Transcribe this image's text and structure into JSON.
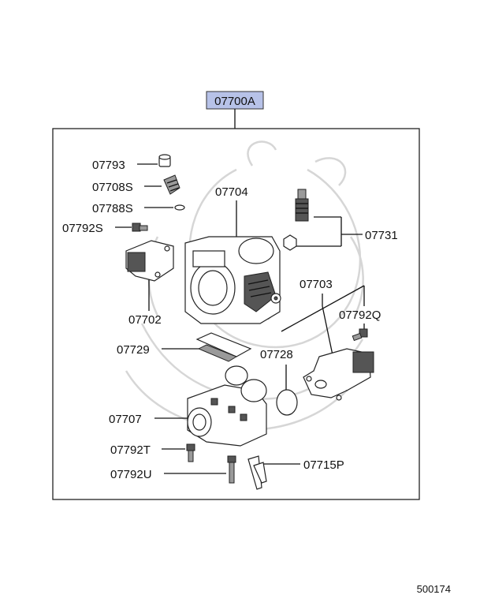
{
  "assembly": {
    "code": "07700A",
    "highlight": "#b7c2e8"
  },
  "parts": [
    {
      "id": "07793",
      "label": "07793"
    },
    {
      "id": "07708S",
      "label": "07708S"
    },
    {
      "id": "07788S",
      "label": "07788S"
    },
    {
      "id": "07792S",
      "label": "07792S"
    },
    {
      "id": "07704",
      "label": "07704"
    },
    {
      "id": "07731",
      "label": "07731"
    },
    {
      "id": "07702",
      "label": "07702"
    },
    {
      "id": "07703",
      "label": "07703"
    },
    {
      "id": "07792Q",
      "label": "07792Q"
    },
    {
      "id": "07729",
      "label": "07729"
    },
    {
      "id": "07728",
      "label": "07728"
    },
    {
      "id": "07707",
      "label": "07707"
    },
    {
      "id": "07792T",
      "label": "07792T"
    },
    {
      "id": "07792U",
      "label": "07792U"
    },
    {
      "id": "07715P",
      "label": "07715P"
    }
  ],
  "reference_number": "500174"
}
